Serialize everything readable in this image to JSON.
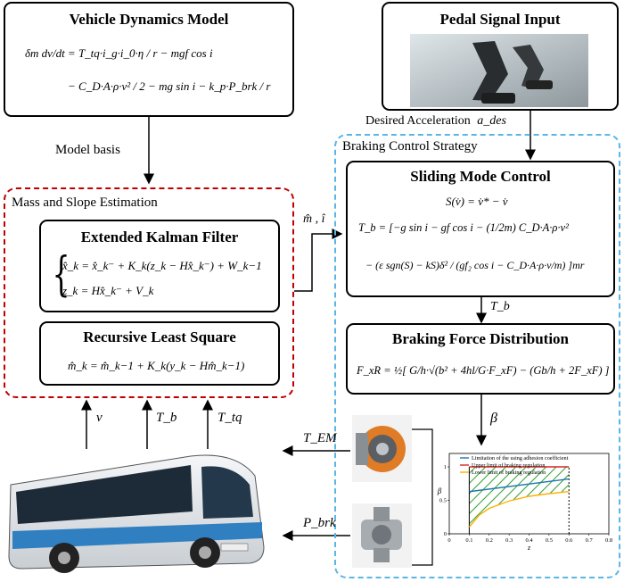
{
  "vehicle_model": {
    "title": "Vehicle Dynamics Model",
    "eq_line1": "δm dv/dt = T_tq·i_g·i_0·η / r − mgf cos i",
    "eq_line2": "− C_D·A·ρ·v² / 2 − mg sin i − k_p·P_brk / r"
  },
  "model_basis_label": "Model basis",
  "pedal": {
    "title": "Pedal Signal Input"
  },
  "desired_accel_label": "Desired Acceleration",
  "desired_accel_symbol": "a_des",
  "mass_slope": {
    "region_title": "Mass and Slope Estimation",
    "ekf_title": "Extended Kalman Filter",
    "ekf_eq1": "x̂_k = x̂_k⁻ + K_k(z_k − Hx̂_k⁻) + W_k−1",
    "ekf_eq2": "z_k = Hx̂_k⁻ + V_k",
    "rls_title": "Recursive Least Square",
    "rls_eq": "m̂_k = m̂_k−1 + K_k(y_k − Hm̂_k−1)"
  },
  "estimate_output_label": "m̂ , î",
  "braking": {
    "region_title": "Braking Control Strategy",
    "smc_title": "Sliding Mode Control",
    "smc_eq1": "S(v̇) = v̇* − v̇",
    "smc_eq2": "T_b = [−g sin i − gf cos i − (1/2m) C_D·A·ρ·v²",
    "smc_eq3": "− (ε sgn(S) − kS)δ² / (gf₂ cos i − C_D·A·ρ·v/m) ]mr",
    "tb_label": "T_b",
    "bfd_title": "Braking Force Distribution",
    "bfd_eq": "F_xR = ½[ G/h·√(b² + 4hl/G·F_xF) − (Gb/h + 2F_xF) ]",
    "beta_label": "β"
  },
  "bus_signals": {
    "v": "v",
    "tb": "T_b",
    "ttq": "T_tq"
  },
  "actuators": {
    "tem": "T_EM",
    "pbrk": "P_brk"
  },
  "chart_data": {
    "type": "area",
    "legend": [
      "Limitation of the using adhesion coefficient",
      "Upper limit of braking regulation",
      "Lower limit of braking regulation"
    ],
    "xlabel": "z",
    "ylabel": "β",
    "xticks": [
      "0",
      "0.1",
      "0.2",
      "0.3",
      "0.4",
      "0.5",
      "0.6",
      "0.7",
      "0.8"
    ],
    "yticks": [
      "0",
      "0.5",
      "1"
    ],
    "xlim": [
      0,
      0.8
    ],
    "ylim": [
      0,
      1.2
    ],
    "series": [
      {
        "name": "Limitation of the using adhesion coefficient",
        "color": "#1f77b4",
        "x": [
          0.1,
          0.6
        ],
        "y": [
          0.63,
          0.82
        ]
      },
      {
        "name": "Upper limit of braking regulation",
        "color": "#d62728",
        "x": [
          0.1,
          0.6
        ],
        "y": [
          1.0,
          1.0
        ]
      },
      {
        "name": "Lower limit of braking regulation",
        "color": "#ffb000",
        "x": [
          0.1,
          0.15,
          0.2,
          0.3,
          0.4,
          0.5,
          0.6
        ],
        "y": [
          0.1,
          0.28,
          0.38,
          0.49,
          0.56,
          0.6,
          0.63
        ]
      }
    ],
    "colors": {
      "hatch": "#2ca02c",
      "bound": "#000000"
    }
  },
  "colors": {
    "mass_region": "#c00000",
    "braking_region": "#5ab6e6"
  }
}
